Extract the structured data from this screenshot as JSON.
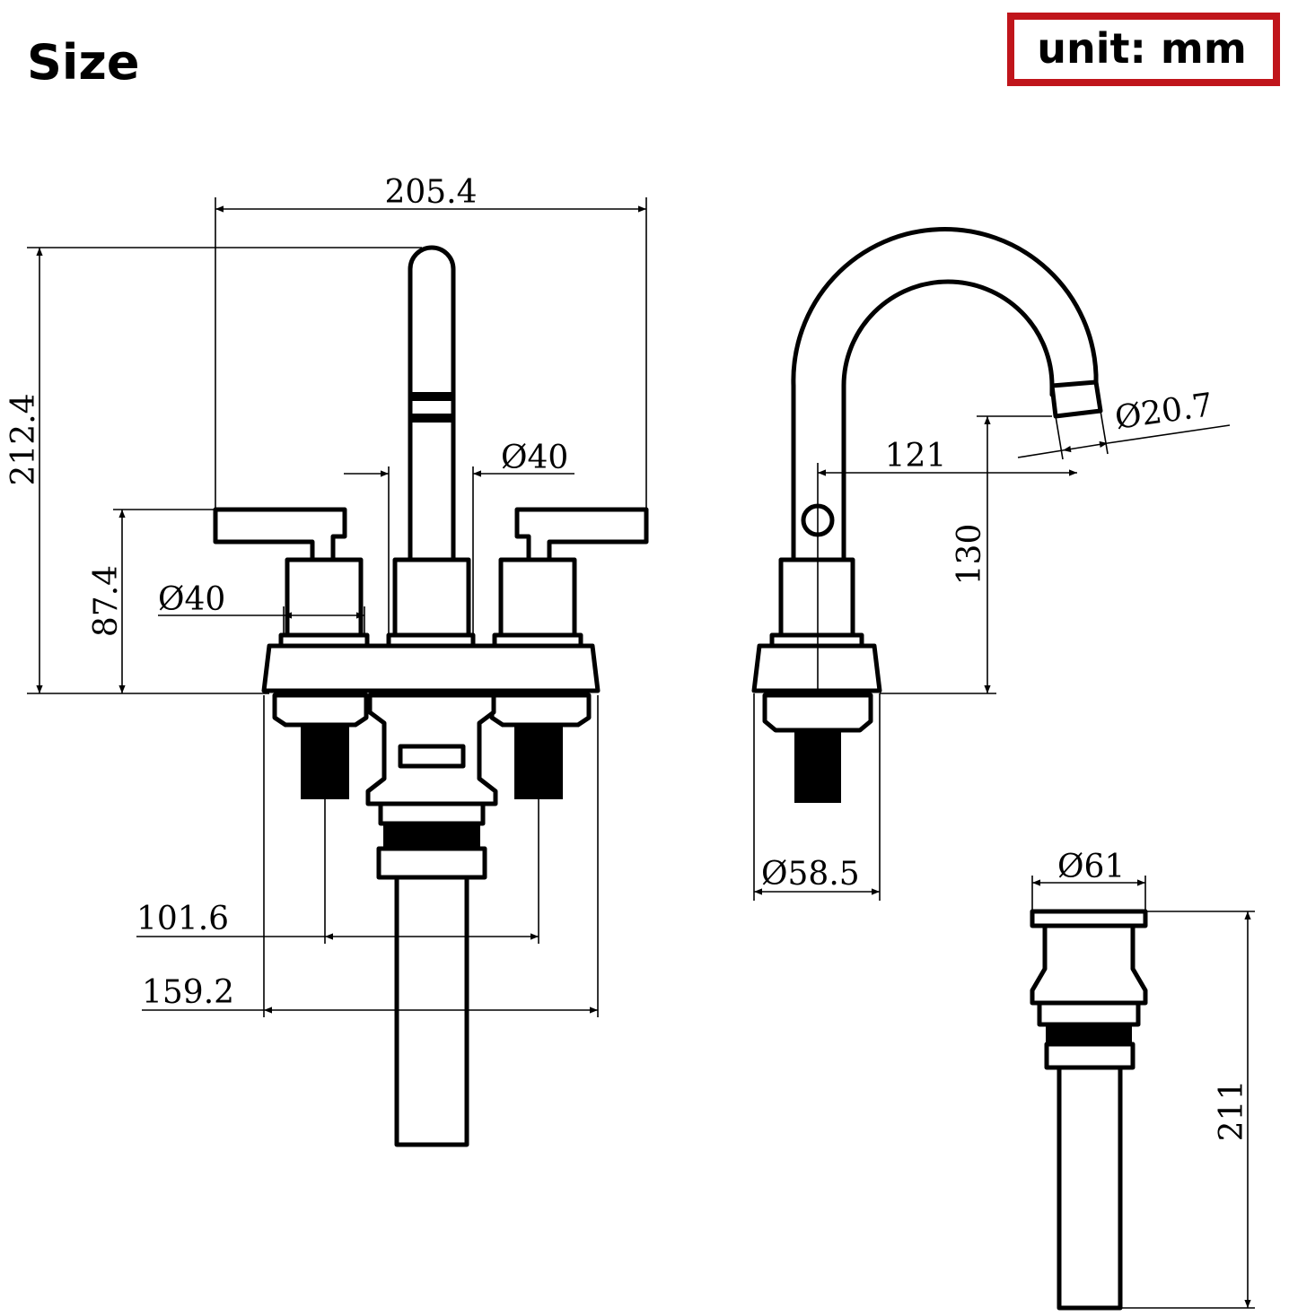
{
  "title": "Size",
  "unit_label": "unit: mm",
  "colors": {
    "unit_border": "#c0151b",
    "line": "#000000",
    "background": "#ffffff"
  },
  "front_view": {
    "overall_width": "205.4",
    "overall_height": "212.4",
    "spout_diameter": "Ø40",
    "handle_diameter": "Ø40",
    "handle_height": "87.4",
    "handle_center_spacing": "101.6",
    "base_width": "159.2"
  },
  "side_view": {
    "aerator_diameter": "Ø20.7",
    "spout_reach": "121",
    "spout_height": "130",
    "base_diameter": "Ø58.5"
  },
  "drain_view": {
    "flange_diameter": "Ø61",
    "drain_length": "211"
  }
}
